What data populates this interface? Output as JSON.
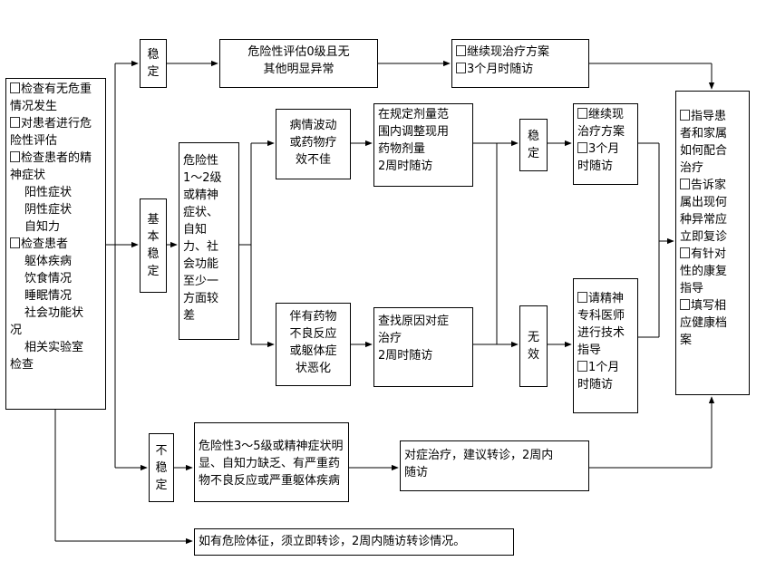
{
  "left_box": {
    "lines": [
      {
        "text": "检查有无危重",
        "check": true,
        "indent": false
      },
      {
        "text": "情况发生",
        "check": false,
        "indent": false
      },
      {
        "text": "对患者进行危",
        "check": true,
        "indent": false
      },
      {
        "text": "险性评估",
        "check": false,
        "indent": false
      },
      {
        "text": "检查患者的精",
        "check": true,
        "indent": false
      },
      {
        "text": "神症状",
        "check": false,
        "indent": false
      },
      {
        "text": "阳性症状",
        "check": false,
        "indent": true
      },
      {
        "text": "阴性症状",
        "check": false,
        "indent": true
      },
      {
        "text": "自知力",
        "check": false,
        "indent": true
      },
      {
        "text": "检查患者",
        "check": true,
        "indent": false
      },
      {
        "text": "躯体疾病",
        "check": false,
        "indent": true
      },
      {
        "text": "饮食情况",
        "check": false,
        "indent": true
      },
      {
        "text": "睡眠情况",
        "check": false,
        "indent": true
      },
      {
        "text": "社会功能状",
        "check": false,
        "indent": true
      },
      {
        "text": "况",
        "check": false,
        "indent": false
      },
      {
        "text": "相关实验室",
        "check": false,
        "indent": true
      },
      {
        "text": "检查",
        "check": false,
        "indent": false
      }
    ]
  },
  "stable_label": {
    "lines": [
      "稳",
      "定"
    ]
  },
  "basic_stable_label": {
    "lines": [
      "基",
      "本",
      "稳",
      "定"
    ]
  },
  "unstable_label": {
    "lines": [
      "不",
      "稳",
      "定"
    ]
  },
  "stable_result": {
    "lines": [
      "危险性评估0级且无",
      "其他明显异常"
    ]
  },
  "stable_action": {
    "lines": [
      {
        "text": "继续现治疗方案",
        "check": true
      },
      {
        "text": "3个月时随访",
        "check": true
      }
    ]
  },
  "basic_condition": {
    "lines": [
      "危险性",
      "1～2级",
      "或精神",
      "症状、",
      "自知",
      "力、社",
      "会功能",
      "至少一",
      "方面较",
      "差"
    ]
  },
  "fluctuation_box": {
    "lines": [
      "病情波动",
      "或药物疗",
      "效不佳"
    ]
  },
  "adjust_box": {
    "lines": [
      "在规定剂量范",
      "围内调整现用",
      "药物剂量",
      "2周时随访"
    ]
  },
  "adverse_box": {
    "lines": [
      "伴有药物",
      "不良反应",
      "或躯体症",
      "状恶化"
    ]
  },
  "symptom_box": {
    "lines": [
      "查找原因对症",
      "治疗",
      "2周时随访"
    ]
  },
  "stable2_label": {
    "lines": [
      "稳",
      "定"
    ]
  },
  "invalid_label": {
    "lines": [
      "无",
      "效"
    ]
  },
  "continue_box": {
    "lines": [
      {
        "text": "继续现",
        "check": true
      },
      {
        "text": "治疗方案",
        "check": false
      },
      {
        "text": "3个月",
        "check": true
      },
      {
        "text": "时随访",
        "check": false
      }
    ]
  },
  "specialist_box": {
    "lines": [
      {
        "text": "请精神",
        "check": true
      },
      {
        "text": "专科医师",
        "check": false
      },
      {
        "text": "进行技术",
        "check": false
      },
      {
        "text": "指导",
        "check": false
      },
      {
        "text": "1个月",
        "check": true
      },
      {
        "text": "时随访",
        "check": false
      }
    ]
  },
  "guidance_box": {
    "lines": [
      {
        "text": "指导患",
        "check": true
      },
      {
        "text": "者和家属",
        "check": false
      },
      {
        "text": "如何配合",
        "check": false
      },
      {
        "text": "治疗",
        "check": false
      },
      {
        "text": "告诉家",
        "check": true
      },
      {
        "text": "属出现何",
        "check": false
      },
      {
        "text": "种异常应",
        "check": false
      },
      {
        "text": "立即复诊",
        "check": false
      },
      {
        "text": "有针对",
        "check": true
      },
      {
        "text": "性的康复",
        "check": false
      },
      {
        "text": "指导",
        "check": false
      },
      {
        "text": "填写相",
        "check": true
      },
      {
        "text": "应健康档",
        "check": false
      },
      {
        "text": "案",
        "check": false
      }
    ]
  },
  "unstable_condition": {
    "lines": [
      "危险性3～5级或精神症状明",
      "显、自知力缺乏、有严重药",
      "物不良反应或严重躯体疾病"
    ]
  },
  "referral_box": {
    "lines": [
      "对症治疗，建议转诊，2周内",
      "随访"
    ]
  },
  "danger_note": {
    "lines": [
      "如有危险体征，须立即转诊，2周内随访转诊情况。"
    ]
  }
}
